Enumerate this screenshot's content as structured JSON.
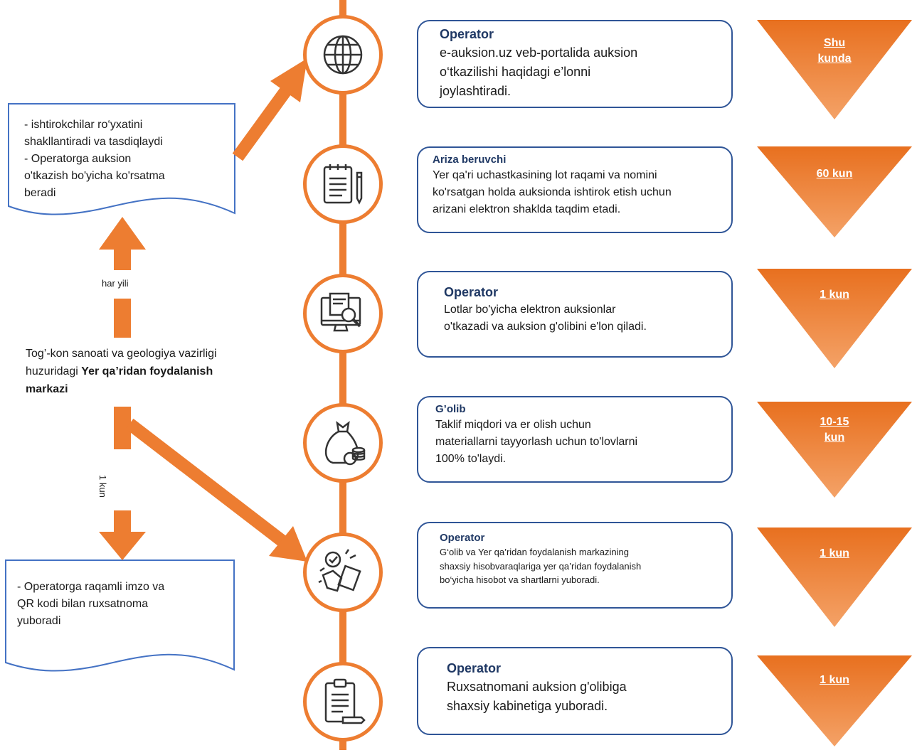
{
  "colors": {
    "accent": "#ed7d31",
    "box_border": "#2f5597",
    "title": "#1f3864"
  },
  "left": {
    "top_doc_lines": [
      "- ishtirokchilar ro‘yxatini",
      "shakllantiradi va tasdiqlaydi",
      "- Operatorga auksion",
      "o'tkazish bo'yicha ko'rsatma",
      "beradi"
    ],
    "har_yili": "har yili",
    "center_line1": "Tog’-kon sanoati va geologiya vazirligi",
    "center_line2_prefix": "huzuridagi ",
    "center_line2_bold": "Yer qa’ridan foydalanish",
    "center_line3_bold": "markazi",
    "one_kun_vertical": "1 kun",
    "bottom_doc_lines": [
      "- Operatorga raqamli imzo va",
      "QR kodi bilan ruxsatnoma",
      "yuboradi"
    ]
  },
  "steps": [
    {
      "icon": "globe-icon",
      "title": "Operator",
      "lines": [
        "e-auksion.uz veb-portalida auksion",
        "o‘tkazilishi haqidagi e’lonni",
        "joylashtiradi."
      ],
      "time_lines": [
        "Shu",
        "kunda"
      ]
    },
    {
      "icon": "notepad-pen-icon",
      "title": "Ariza beruvchi",
      "lines": [
        "Yer qa'ri uchastkasining lot raqami va nomini",
        "ko'rsatgan holda auksionda ishtirok etish uchun",
        "arizani elektron shaklda taqdim etadi."
      ],
      "time_lines": [
        "60 kun"
      ]
    },
    {
      "icon": "monitor-search-icon",
      "title": "Operator",
      "lines": [
        "Lotlar bo'yicha elektron auksionlar",
        "o'tkazadi va auksion g'olibini e'lon qiladi."
      ],
      "time_lines": [
        "1 kun"
      ]
    },
    {
      "icon": "money-bag-icon",
      "title": "G’olib",
      "lines": [
        "Taklif miqdori va er olish uchun",
        "materiallarni tayyorlash uchun to'lovlarni",
        "100% to'laydi."
      ],
      "time_lines": [
        "10-15",
        "kun"
      ]
    },
    {
      "icon": "approval-icon",
      "title": "Operator",
      "lines": [
        "G‘olib va Yer qa’ridan foydalanish markazining",
        "shaxsiy hisobvaraqlariga yer qa’ridan foydalanish",
        "bo‘yicha hisobot va shartlarni yuboradi."
      ],
      "time_lines": [
        "1 kun"
      ]
    },
    {
      "icon": "clipboard-icon",
      "title": "Operator",
      "lines": [
        "Ruxsatnomani auksion g'olibiga",
        "shaxsiy kabinetiga yuboradi."
      ],
      "time_lines": [
        "1 kun"
      ]
    }
  ]
}
